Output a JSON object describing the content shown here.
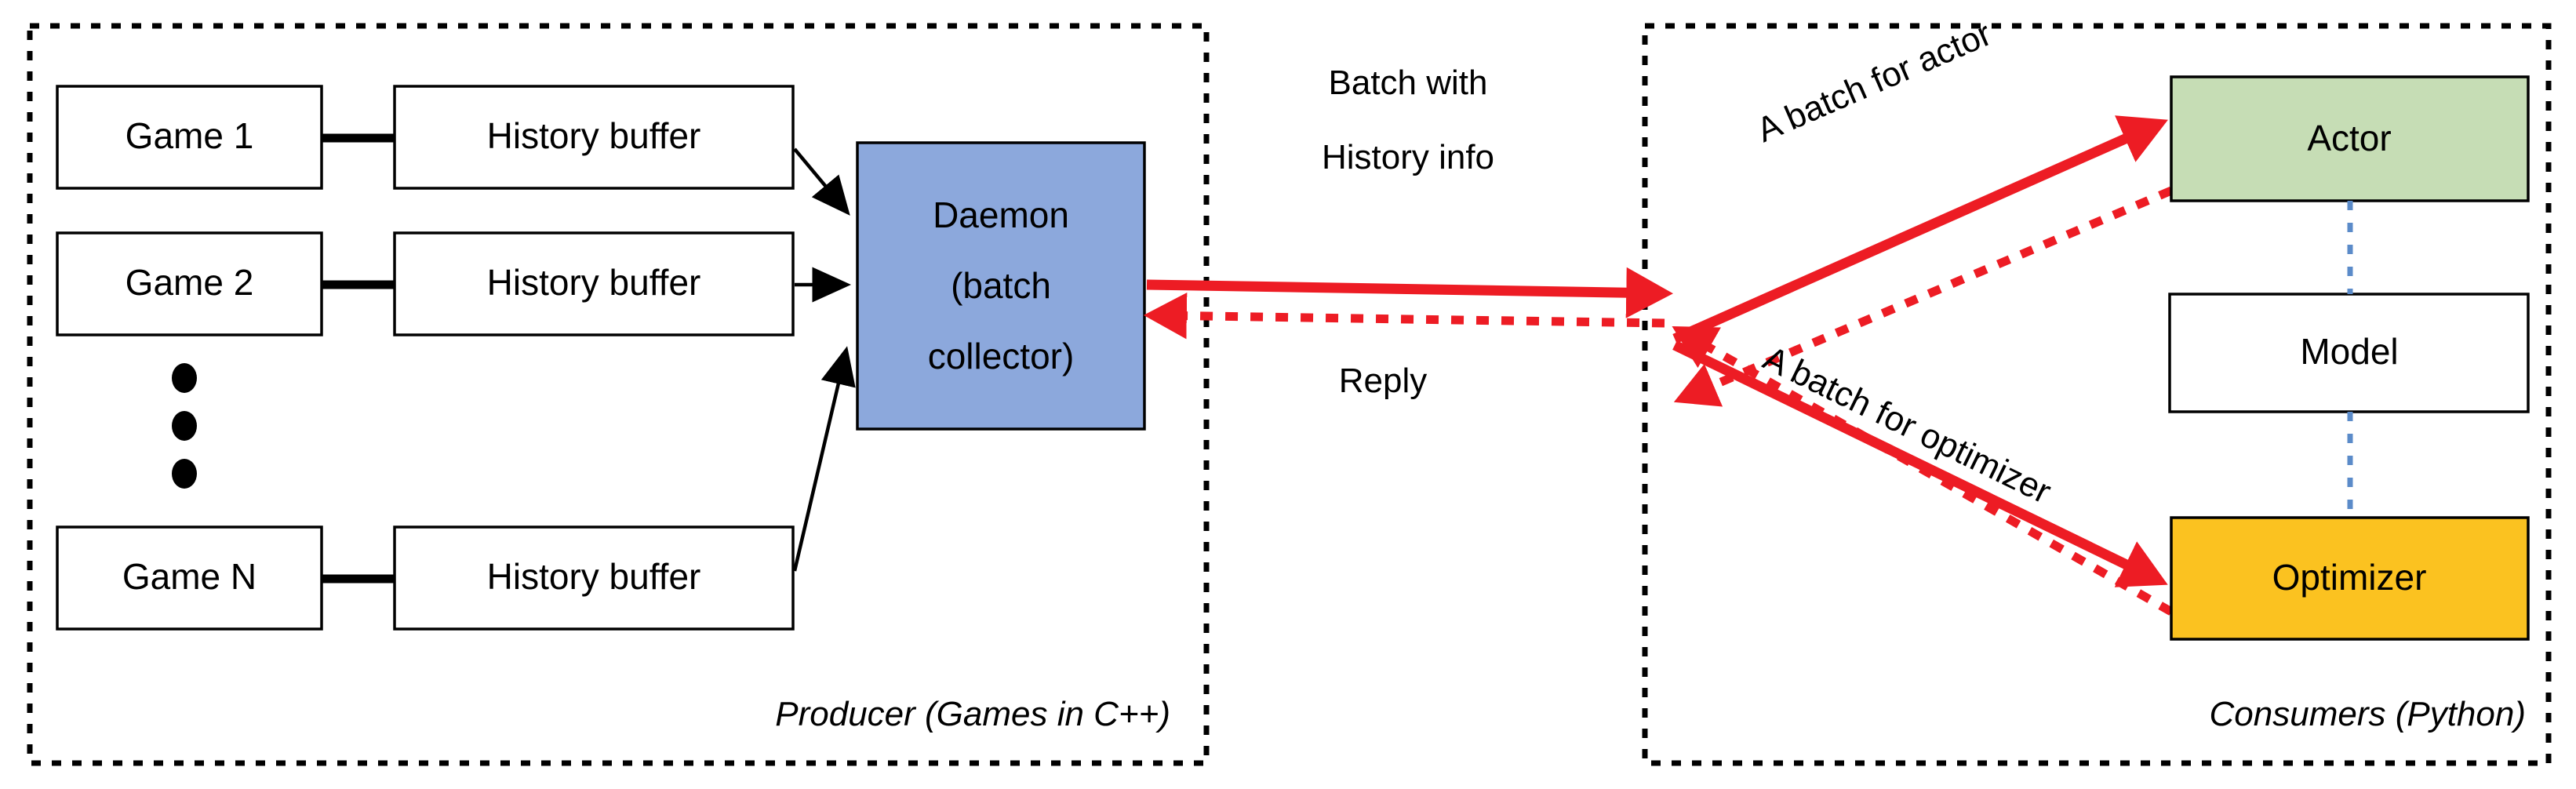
{
  "diagram": {
    "title": "Producer-Consumer batching architecture",
    "colors": {
      "daemon_fill": "#8CA8DC",
      "actor_fill": "#C6DDB5",
      "optimizer_fill": "#FBC220",
      "model_fill": "#FFFFFF",
      "plain_box_fill": "#FFFFFF",
      "red_arrow": "#ED1C24",
      "blue_dashed_link": "#5B8BC9",
      "outline": "#000000",
      "background": "#FFFFFF"
    },
    "zones": [
      {
        "id": "producer",
        "label": "Producer (Games in C++)"
      },
      {
        "id": "consumers",
        "label": "Consumers (Python)"
      }
    ],
    "producer": {
      "rows": [
        {
          "game": "Game 1",
          "buffer": "History buffer"
        },
        {
          "game": "Game 2",
          "buffer": "History buffer"
        },
        {
          "game": "Game N",
          "buffer": "History buffer"
        }
      ],
      "ellipsis_dots": 3,
      "daemon": {
        "line1": "Daemon",
        "line2": "(batch",
        "line3": "collector)"
      }
    },
    "consumers": {
      "nodes": [
        {
          "id": "actor",
          "label": "Actor"
        },
        {
          "id": "model",
          "label": "Model"
        },
        {
          "id": "optimizer",
          "label": "Optimizer"
        }
      ]
    },
    "edges": {
      "batch_request": "Batch with",
      "batch_request_line2": "History info",
      "reply": "Reply",
      "batch_for_actor": "A batch for actor",
      "batch_for_optimizer": "A batch for optimizer"
    }
  }
}
